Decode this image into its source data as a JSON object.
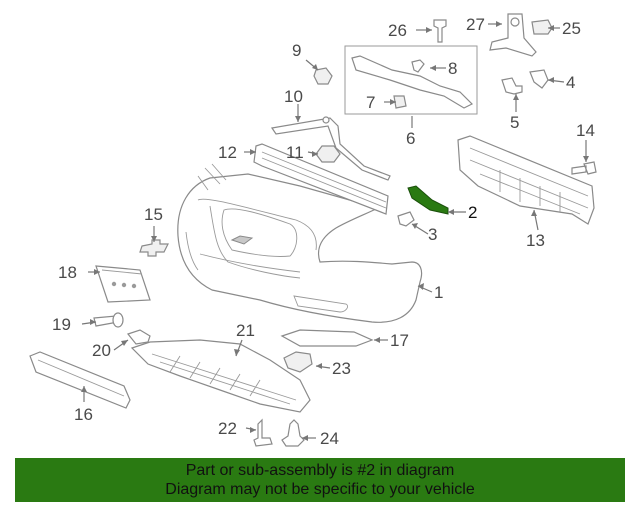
{
  "callouts": {
    "c1": "1",
    "c2": "2",
    "c3": "3",
    "c4": "4",
    "c5": "5",
    "c6": "6",
    "c7": "7",
    "c8": "8",
    "c9": "9",
    "c10": "10",
    "c11": "11",
    "c12": "12",
    "c13": "13",
    "c14": "14",
    "c15": "15",
    "c16": "16",
    "c17": "17",
    "c18": "18",
    "c19": "19",
    "c20": "20",
    "c21": "21",
    "c22": "22",
    "c23": "23",
    "c24": "24",
    "c25": "25",
    "c26": "26",
    "c27": "27"
  },
  "highlight": {
    "part_number": "2",
    "color": "#2a7a12"
  },
  "banner": {
    "line1": "Part or sub-assembly is #2 in diagram",
    "line2": "Diagram may not be specific to your vehicle",
    "color": "#2a7a12"
  }
}
